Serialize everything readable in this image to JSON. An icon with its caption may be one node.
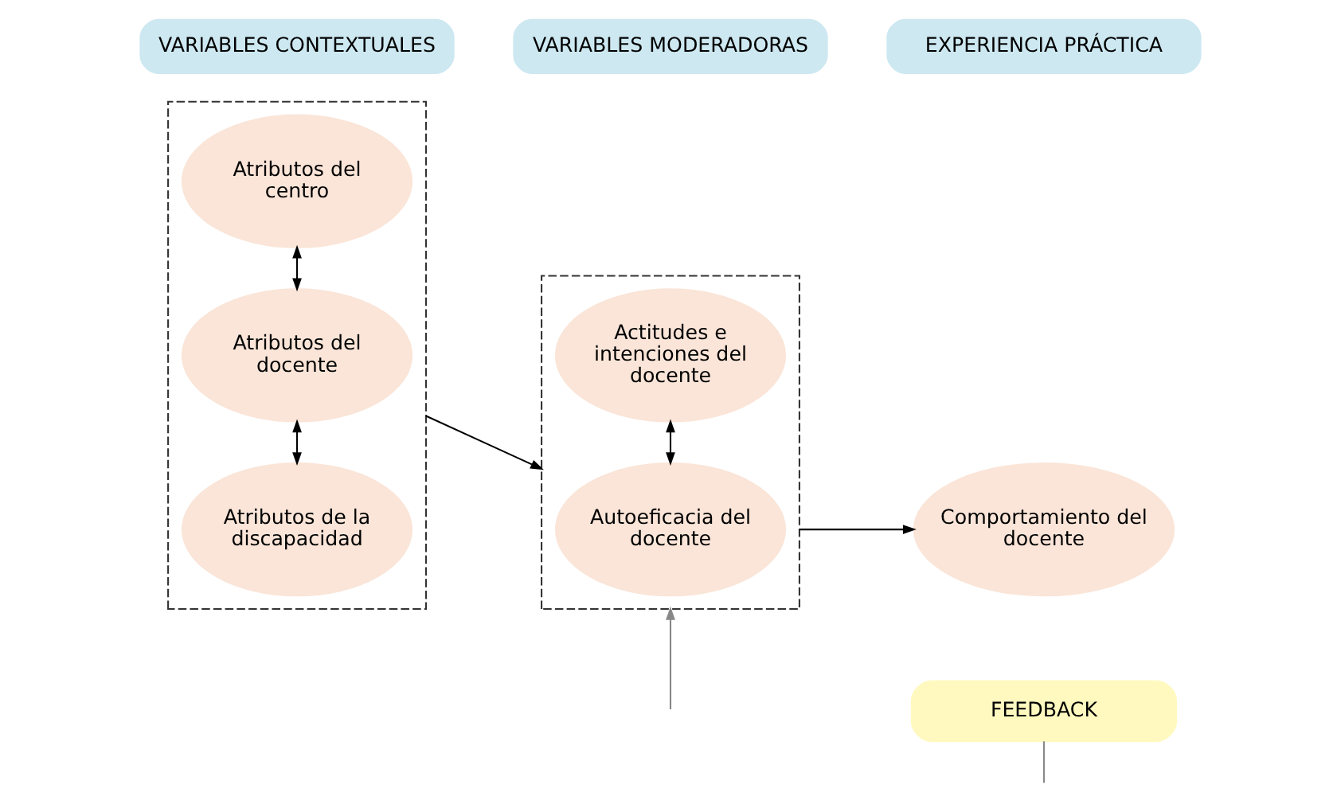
{
  "diagram": {
    "nodes": [
      {
        "text": [
          "VARIABLES CONTEXTUALES"
        ]
      },
      {
        "text": [
          "VARIABLES MODERADORAS"
        ]
      },
      {
        "text": [
          "EXPERIENCIA PRÁCTICA"
        ]
      },
      {
        "text": [],
        "shape": "box"
      },
      {
        "text": [
          "Atributos del centro"
        ],
        "in": 3
      },
      {
        "text": [
          "Atributos del docente"
        ],
        "in": 3
      },
      {
        "text": [
          "Atributos de la discapacidad"
        ],
        "in": 3
      },
      {
        "text": [],
        "shape": "box"
      },
      {
        "text": [
          "Actitudes e intenciones del docente"
        ],
        "in": 7
      },
      {
        "text": [
          "Autoeficacia del docente"
        ],
        "in": 7
      },
      {
        "text": [
          "Comportamiento del docente"
        ]
      },
      {
        "text": [
          "FEEDBACK"
        ]
      }
    ],
    "edges": [
      {
        "from": 4,
        "to": 5,
        "arrow": "both"
      },
      {
        "from": 5,
        "to": 6,
        "arrow": "both"
      },
      {
        "from": 3,
        "to": 7,
        "arrow": "to"
      },
      {
        "from": 8,
        "to": 9,
        "arrow": "both"
      },
      {
        "from": 7,
        "to": 10,
        "arrow": "to"
      },
      {
        "from": null,
        "to": 7,
        "arrow": "to",
        "color": "#888888"
      },
      {
        "from": 11,
        "to": null,
        "arrow": "none",
        "color": "#888888"
      }
    ]
  }
}
